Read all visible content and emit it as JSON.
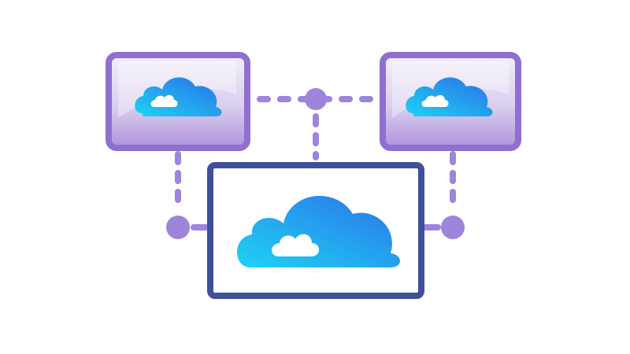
{
  "illustration": {
    "icon": "cloud-network-icon",
    "nodes": [
      {
        "name": "top-left-cloud-screen",
        "icon": "cloud-icon"
      },
      {
        "name": "top-right-cloud-screen",
        "icon": "cloud-icon"
      },
      {
        "name": "main-cloud-screen",
        "icon": "cloud-icon"
      }
    ],
    "colors": {
      "frame_purple": "#8f6fd1",
      "frame_blue": "#3f4f99",
      "connector": "#9c85db",
      "cloud_light": "#1fd0f3",
      "cloud_dark": "#2a7ee8",
      "screen_top": "#eeeaf8",
      "screen_bottom": "#b79fde"
    }
  }
}
